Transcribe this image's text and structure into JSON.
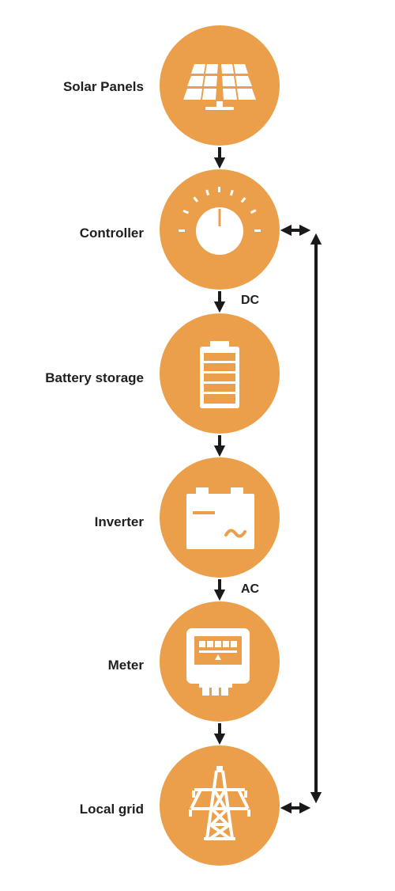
{
  "accent_color": "#ec9f4a",
  "stages": [
    {
      "label": "Solar Panels",
      "icon": "solar-panel-icon"
    },
    {
      "label": "Controller",
      "icon": "controller-dial-icon"
    },
    {
      "label": "Battery storage",
      "icon": "battery-icon"
    },
    {
      "label": "Inverter",
      "icon": "inverter-icon"
    },
    {
      "label": "Meter",
      "icon": "meter-icon"
    },
    {
      "label": "Local grid",
      "icon": "power-tower-icon"
    }
  ],
  "flow_labels": {
    "dc": "DC",
    "ac": "AC"
  }
}
